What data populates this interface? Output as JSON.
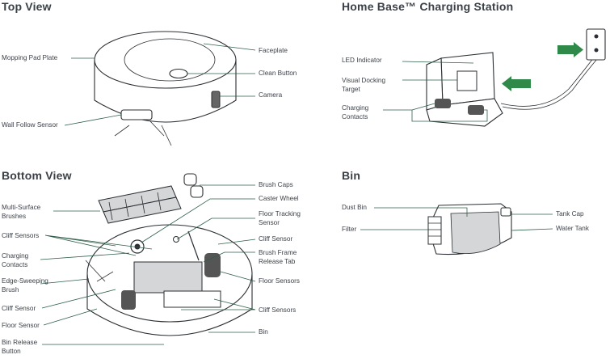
{
  "sections": {
    "top_view": "Top View",
    "home_base": "Home Base™ Charging Station",
    "bottom_view": "Bottom View",
    "bin": "Bin"
  },
  "top_view_labels": {
    "mopping_pad_plate": "Mopping Pad Plate",
    "wall_follow_sensor": "Wall Follow Sensor",
    "faceplate": "Faceplate",
    "clean_button": "Clean Button",
    "camera": "Camera"
  },
  "home_base_labels": {
    "led_indicator": "LED Indicator",
    "visual_docking_target_1": "Visual Docking",
    "visual_docking_target_2": "Target",
    "charging_contacts_1": "Charging",
    "charging_contacts_2": "Contacts"
  },
  "bottom_view_labels": {
    "multi_surface_brushes_1": "Multi-Surface",
    "multi_surface_brushes_2": "Brushes",
    "cliff_sensors_left": "Cliff Sensors",
    "charging_contacts_1": "Charging",
    "charging_contacts_2": "Contacts",
    "edge_sweeping_brush_1": "Edge-Sweeping",
    "edge_sweeping_brush_2": "Brush",
    "cliff_sensor_left": "Cliff Sensor",
    "floor_sensor": "Floor Sensor",
    "bin_release_button_1": "Bin Release",
    "bin_release_button_2": "Button",
    "brush_caps": "Brush Caps",
    "caster_wheel": "Caster Wheel",
    "floor_tracking_sensor_1": "Floor Tracking",
    "floor_tracking_sensor_2": "Sensor",
    "cliff_sensor_right": "Cliff Sensor",
    "brush_frame_release_tab_1": "Brush Frame",
    "brush_frame_release_tab_2": "Release Tab",
    "floor_sensors": "Floor Sensors",
    "cliff_sensors_right": "Cliff Sensors",
    "bin": "Bin"
  },
  "bin_labels": {
    "dust_bin": "Dust Bin",
    "filter": "Filter",
    "tank_cap": "Tank Cap",
    "water_tank": "Water Tank"
  },
  "colors": {
    "leader_line": "#2f5e49",
    "accent_green": "#2f8a4a",
    "outline": "#2b2f33",
    "shade": "#d4d6d8",
    "title_text": "#3b4047"
  }
}
